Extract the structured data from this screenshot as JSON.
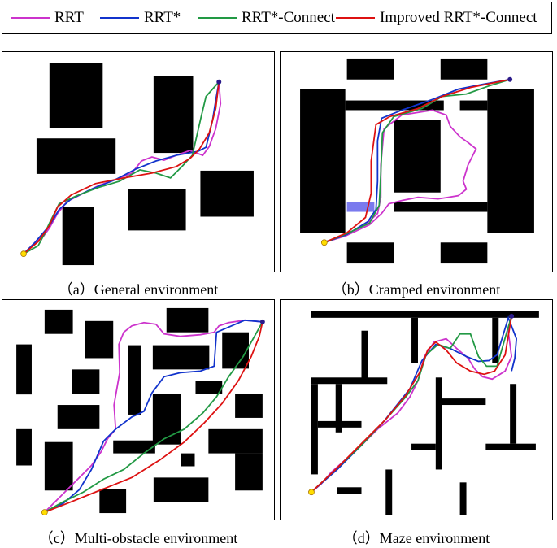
{
  "legend": {
    "items": [
      {
        "label": "RRT",
        "color": "#cc33cc"
      },
      {
        "label": "RRT*",
        "color": "#1133cc"
      },
      {
        "label": "RRT*-Connect",
        "color": "#229944"
      },
      {
        "label": "Improved RRT*-Connect",
        "color": "#dd1111"
      }
    ]
  },
  "panels": {
    "a": {
      "caption": "（a）General environment"
    },
    "b": {
      "caption": "（b）Cramped environment"
    },
    "c": {
      "caption": "（c）Multi-obstacle environment"
    },
    "d": {
      "caption": "（d）Maze environment"
    }
  },
  "colors": {
    "obstacle": "#000000",
    "start": "#ffdd00",
    "goal": "#2a1a8a",
    "highlight": "#7a7aee"
  }
}
